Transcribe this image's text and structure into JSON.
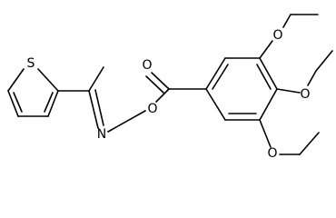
{
  "molecule": {
    "atoms": {
      "s1": "S",
      "n1": "N",
      "o_ester_link": "O",
      "o_carbonyl": "O",
      "o_ethoxy_1": "O",
      "o_ethoxy_2": "O",
      "o_ethoxy_3": "O"
    }
  }
}
